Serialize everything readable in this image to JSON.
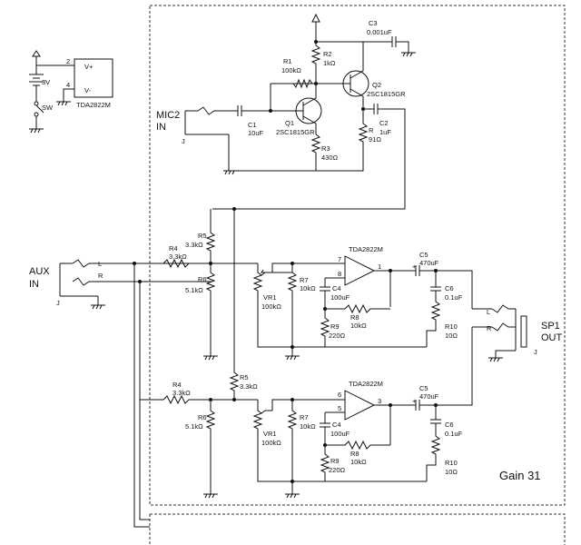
{
  "power": {
    "v_plus": "V+",
    "v_minus": "V-",
    "pin_vplus": "2",
    "pin_vminus": "4",
    "battery": "3V",
    "switch": "SW",
    "ic": "TDA2822M"
  },
  "mic": {
    "label_line1": "MIC2",
    "label_line2": "IN",
    "jack": "J",
    "c1_name": "C1",
    "c1_val": "10uF",
    "r1_name": "R1",
    "r1_val": "100kΩ",
    "r2_name": "R2",
    "r2_val": "1kΩ",
    "r3_name": "R3",
    "r3_val": "430Ω",
    "r_name": "R",
    "r_val": "91Ω",
    "q1_name": "Q1",
    "q1_val": "2SC1815GR",
    "q2_name": "Q2",
    "q2_val": "2SC1815GR",
    "c2_name": "C2",
    "c2_val": "1uF",
    "c3_name": "C3",
    "c3_val": "0.001uF"
  },
  "aux": {
    "label_line1": "AUX",
    "label_line2": "IN",
    "jack": "J",
    "pin_l": "L",
    "pin_r": "R"
  },
  "ch1": {
    "r4_name": "R4",
    "r4_val": "3.3kΩ",
    "r5_name": "R5",
    "r5_val": "3.3kΩ",
    "r6_name": "R6",
    "r6_val": "5.1kΩ",
    "vr1_name": "VR1",
    "vr1_val": "100kΩ",
    "r7_name": "R7",
    "r7_val": "10kΩ",
    "c4_name": "C4",
    "c4_val": "100uF",
    "r8_name": "R8",
    "r8_val": "10kΩ",
    "r9_name": "R9",
    "r9_val": "220Ω",
    "ic": "TDA2822M",
    "pin_plus": "7",
    "pin_minus": "8",
    "pin_out": "1",
    "c5_name": "C5",
    "c5_val": "470uF",
    "c6_name": "C6",
    "c6_val": "0.1uF",
    "r10_name": "R10",
    "r10_val": "10Ω"
  },
  "ch2": {
    "r4_name": "R4",
    "r4_val": "3.3kΩ",
    "r5_name": "R5",
    "r5_val": "3.3kΩ",
    "r6_name": "R6",
    "r6_val": "5.1kΩ",
    "vr1_name": "VR1",
    "vr1_val": "100kΩ",
    "r7_name": "R7",
    "r7_val": "10kΩ",
    "c4_name": "C4",
    "c4_val": "100uF",
    "r8_name": "R8",
    "r8_val": "10kΩ",
    "r9_name": "R9",
    "r9_val": "220Ω",
    "ic": "TDA2822M",
    "pin_plus": "6",
    "pin_minus": "5",
    "pin_out": "3",
    "c5_name": "C5",
    "c5_val": "470uF",
    "c6_name": "C6",
    "c6_val": "0.1uF",
    "r10_name": "R10",
    "r10_val": "10Ω"
  },
  "out": {
    "label_line1": "SP1",
    "label_line2": "OUT",
    "jack": "J",
    "pin_l": "L",
    "pin_r": "R"
  },
  "gain_label": "Gain 31",
  "plus_sign": "+"
}
